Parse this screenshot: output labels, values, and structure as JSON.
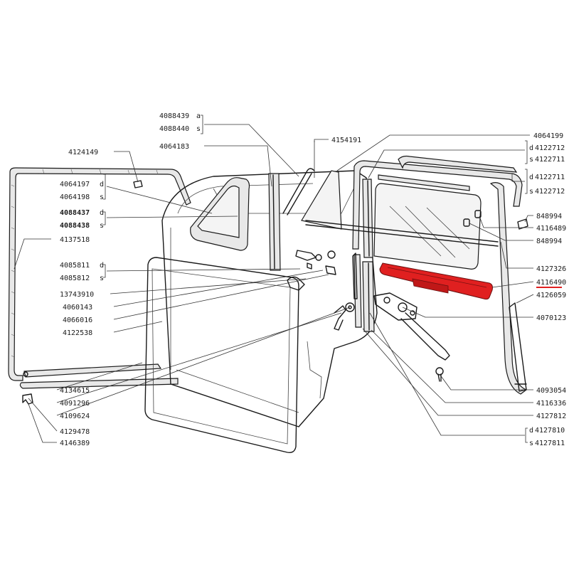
{
  "highlight_color": "#e02020",
  "labels": {
    "p4124149": "4124149",
    "p4064197": "4064197",
    "p4064198": "4064198",
    "p4088437": "4088437",
    "p4088438": "4088438",
    "p4137518": "4137518",
    "p4085811": "4085811",
    "p4085812": "4085812",
    "p13743910": "13743910",
    "p4060143": "4060143",
    "p4066016": "4066016",
    "p4122538": "4122538",
    "p4134615": "4134615",
    "p4091296": "4091296",
    "p4109624": "4109624",
    "p4129478": "4129478",
    "p4146389": "4146389",
    "p4088439": "4088439",
    "p4088440": "4088440",
    "p4064183": "4064183",
    "p4154191": "4154191",
    "p4064199": "4064199",
    "p4122712a": "4122712",
    "p4122711a": "4122711",
    "p4122711b": "4122711",
    "p4122712b": "4122712",
    "p848994a": "848994",
    "p4116489": "4116489",
    "p848994b": "848994",
    "p4127326": "4127326",
    "p4116490": "4116490",
    "p4126059": "4126059",
    "p4070123": "4070123",
    "p4093054": "4093054",
    "p4116336": "4116336",
    "p4127812": "4127812",
    "p4127810": "4127810",
    "p4127811": "4127811"
  },
  "suffix": {
    "d": "d",
    "s": "s",
    "a": "a"
  }
}
